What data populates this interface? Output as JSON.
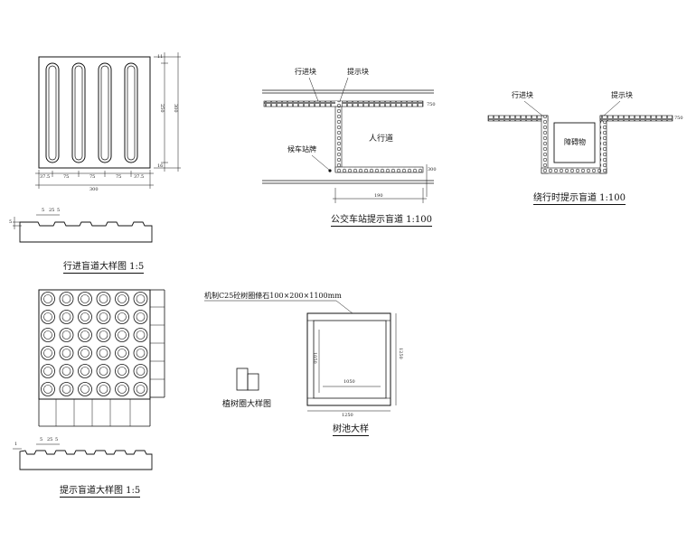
{
  "drawing": {
    "tactile_walk": {
      "caption": "行进盲道大样图 1:5",
      "dim_total": "300",
      "dim_height": "300",
      "dim_inner": "250",
      "dim_top": "11",
      "dim_bottom": "16",
      "dim_segments": [
        "37.5",
        "75",
        "75",
        "75",
        "37.5"
      ],
      "profile_dims": [
        "5",
        "25",
        "5"
      ],
      "profile_side": "5"
    },
    "bus_stop": {
      "caption": "公交车站提示盲道 1:100",
      "walk_label": "行进块",
      "warn_label": "提示块",
      "sign_label": "候车站牌",
      "area_label": "人行道",
      "dim_right": "300",
      "dim_width": "190",
      "dim_side": "750"
    },
    "detour": {
      "caption": "绕行时提示盲道 1:100",
      "walk_label": "行进块",
      "warn_label": "提示块",
      "obstacle_label": "障碍物",
      "dim_side": "750"
    },
    "warning": {
      "caption": "提示盲道大样图 1:5",
      "profile_dims": [
        "5",
        "25",
        "5"
      ],
      "profile_side": "1"
    },
    "tree_pit": {
      "note": "机制C25砼树圈條石100×200×1100mm",
      "small_caption": "植树圈大样图",
      "caption": "树池大样",
      "dim_inner_w": "1050",
      "dim_inner_h": "1050",
      "dim_outer_w": "1250",
      "dim_outer_h": "1250"
    }
  }
}
